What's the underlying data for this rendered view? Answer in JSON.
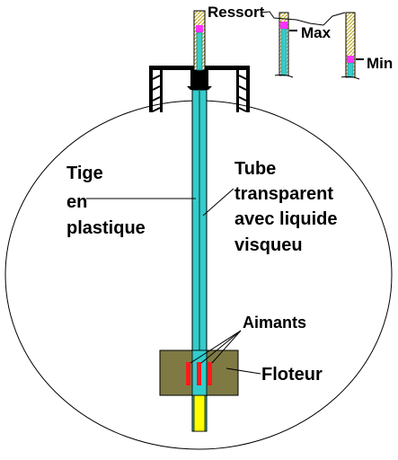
{
  "labels": {
    "ressort": "Ressort",
    "max": "Max",
    "min": "Min",
    "tige_line1": "Tige",
    "tige_line2": "en",
    "tige_line3": "plastique",
    "tube_line1": "Tube",
    "tube_line2": "transparent",
    "tube_line3": "avec liquide",
    "tube_line4": "visqueu",
    "aimants": "Aimants",
    "floteur": "Floteur"
  },
  "colors": {
    "tube": "#33cccc",
    "rod": "#1f7a7a",
    "spring": "#ff33ff",
    "rod_tip": "#ffff00",
    "float": "#7f7a44",
    "magnet": "#ff1a1a",
    "frame": "#000000",
    "hatch": "#b8a100"
  }
}
